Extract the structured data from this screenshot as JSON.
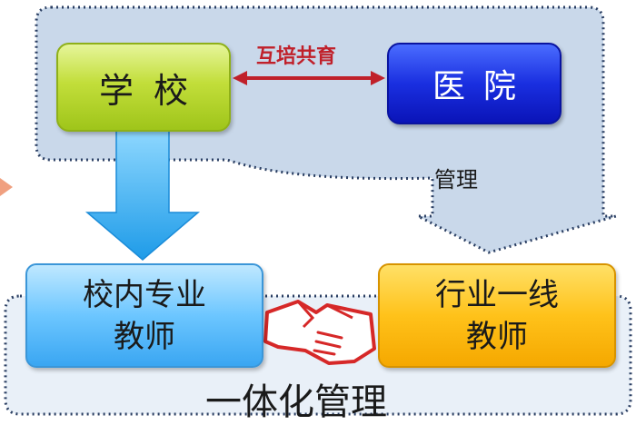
{
  "diagram": {
    "nodes": {
      "school": {
        "label": "学校"
      },
      "hospital": {
        "label": "医院"
      },
      "inhouse_teachers": {
        "line1": "校内专业",
        "line2": "教师"
      },
      "frontline_teachers": {
        "line1": "行业一线",
        "line2": "教师"
      }
    },
    "edges": {
      "mutual_training": {
        "label": "互培共育"
      },
      "management": {
        "label": "管理"
      }
    },
    "footer": {
      "label": "一体化管理"
    }
  },
  "colors": {
    "school": "#b5d62e",
    "hospital": "#1a2fe0",
    "inhouse": "#6cc6ff",
    "frontline": "#ffc21a",
    "region_fill": "#c9d8ea",
    "region_border": "#2b3f63",
    "mutual_arrow": "#c0202a",
    "down_arrow": "#33aaf0",
    "handshake": "#d62828"
  }
}
